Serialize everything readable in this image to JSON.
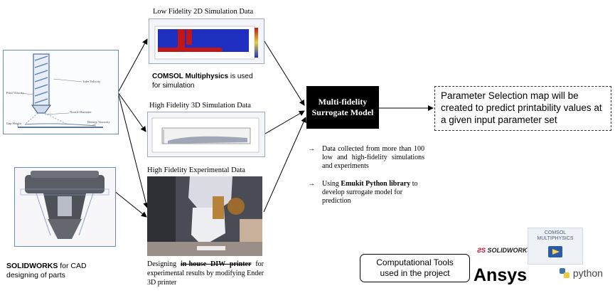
{
  "nozzle_diagram": {
    "labels": {
      "inlet_velocity": "Inlet Velocity",
      "print_velocity": "Print Velocity",
      "nozzle_diameter": "Nozzle Diameter",
      "gap_height": "Gap Height",
      "density_viscosity": "Density Viscosity"
    }
  },
  "low_fidelity": {
    "title": "Low Fidelity 2D Simulation Data",
    "caption_bold": "COMSOL Multiphysics",
    "caption_rest": " is used for simulation"
  },
  "high_fidelity_sim": {
    "title": "High Fidelity 3D Simulation Data"
  },
  "high_fidelity_exp": {
    "title": "High Fidelity Experimental Data",
    "caption_pre": "Designing ",
    "caption_bold": "in-house DIW printer",
    "caption_rest": " for experimental results by modifying Ender 3D printer"
  },
  "cad": {
    "caption_bold": "SOLIDWORKS",
    "caption_rest": " for CAD designing of parts"
  },
  "model": {
    "line1": "Multi-fidelity",
    "line2": "Surrogate Model"
  },
  "output": {
    "text": "Parameter Selection map will be created to predict printability values at a given input parameter set"
  },
  "bullets": [
    {
      "arrow": "→",
      "pre": "Data collected from more than 100 low and high-fidelity simulations and experiments",
      "bold": "",
      "post": ""
    },
    {
      "arrow": "→",
      "pre": "Using ",
      "bold": "Emukit Python library",
      "post": " to develop surrogate model for prediction"
    }
  ],
  "tools": {
    "line1": "Computational Tools",
    "line2": "used in the project"
  },
  "logos": {
    "solidworks": "SOLIDWORKS",
    "comsol_line1": "COMSOL",
    "comsol_line2": "MULTIPHYSICS",
    "ansys": "Ansys",
    "python": "python"
  },
  "colors": {
    "flow_blue": "#1f2fbf",
    "flow_red": "#c01818",
    "box_black": "#000000"
  }
}
